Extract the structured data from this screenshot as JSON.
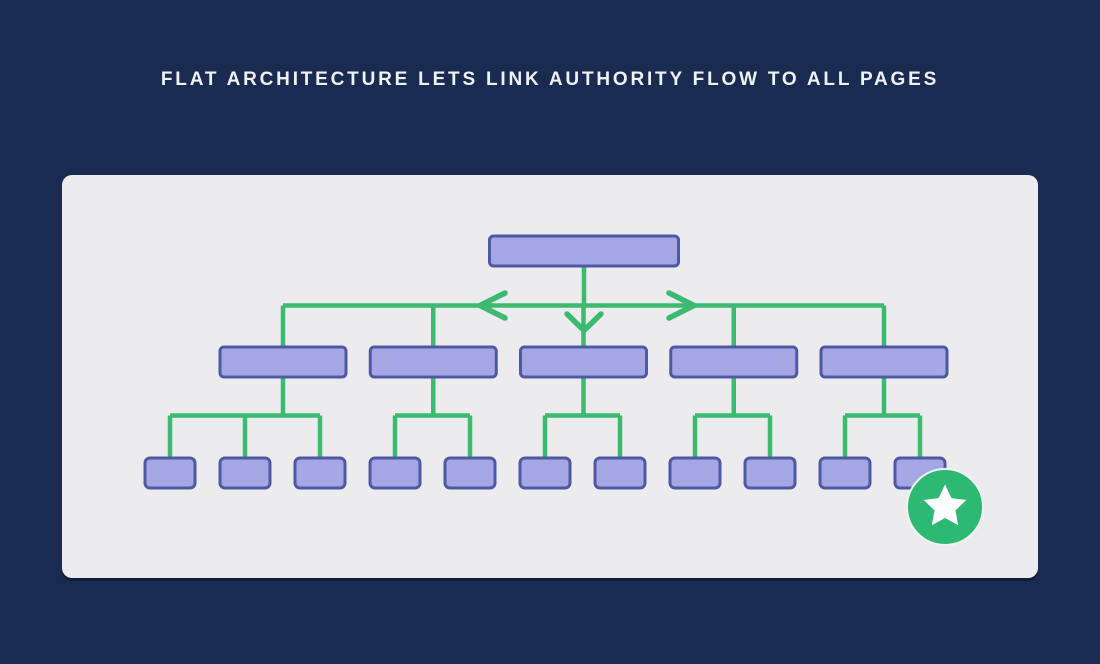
{
  "title": "FLAT ARCHITECTURE LETS LINK AUTHORITY FLOW TO ALL PAGES",
  "colors": {
    "background": "#1a2b52",
    "panel": "#ececee",
    "title_text": "#eef1f7",
    "node_fill": "#a5a7e4",
    "node_border": "#4f58a3",
    "connector": "#3cba70",
    "badge": "#2db873",
    "star": "#ffffff"
  },
  "diagram": {
    "description": "site hierarchy tree, link authority flowing from home page outward",
    "levels": {
      "root_count": 1,
      "category_count": 5,
      "page_count": 11
    },
    "branches": [
      {
        "children": 3
      },
      {
        "children": 2
      },
      {
        "children": 2
      },
      {
        "children": 2
      },
      {
        "children": 2
      }
    ],
    "flow_arrows": [
      "left",
      "right",
      "down"
    ],
    "badge_icon": "star"
  }
}
